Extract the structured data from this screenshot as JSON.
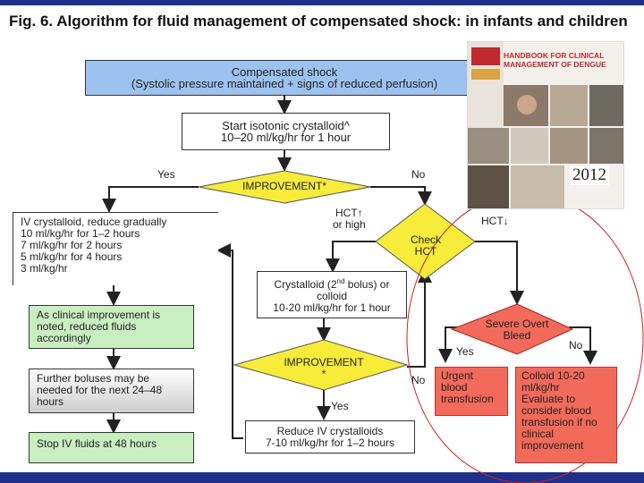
{
  "title": "Fig. 6. Algorithm for fluid management of compensated shock: in infants and children",
  "cover": {
    "title_line1": "HANDBOOK FOR CLINICAL",
    "title_line2": "MANAGEMENT OF DENGUE",
    "year": "2012"
  },
  "nodes": {
    "shock_line1": "Compensated shock",
    "shock_line2": "(Systolic pressure maintained + signs of reduced perfusion)",
    "start_line1": "Start isotonic crystalloid^",
    "start_line2": "10–20 ml/kg/hr for 1 hour",
    "improvement1": "IMPROVEMENT*",
    "iv_line1": "IV crystalloid, reduce gradually",
    "iv_line2": "10 ml/kg/hr for 1–2 hours",
    "iv_line3": "7 ml/kg/hr for 2 hours",
    "iv_line4": "5 ml/kg/hr for 4 hours",
    "iv_line5": "3 ml/kg/hr",
    "check_line1": "Check",
    "check_line2": "HCT",
    "clinical": "As clinical improvement is noted, reduced fluids accordingly",
    "further": "Further boluses may be needed for the next 24–48 hours",
    "stop": "Stop IV fluids at 48 hours",
    "crystalloid2_a": "Crystalloid (2",
    "crystalloid2_sup": "nd",
    "crystalloid2_b": " bolus) or",
    "crystalloid2_line2": "colloid",
    "crystalloid2_line3": "10-20 ml/kg/hr for 1 hour",
    "improvement2": "IMPROVEMENT",
    "improvement2_star": "*",
    "reduce_line1": "Reduce IV crystalloids",
    "reduce_line2": "7-10 ml/kg/hr for 1–2 hours",
    "bleed_line1": "Severe Overt",
    "bleed_line2": "Bleed",
    "urgent": "Urgent blood transfusion",
    "colloid_line1": "Colloid 10-20",
    "colloid_line2": "ml/kg/hr",
    "colloid_line3": "Evaluate to consider blood transfusion if no clinical improvement"
  },
  "labels": {
    "yes1": "Yes",
    "no1": "No",
    "hct_up_line1": "HCT↑",
    "hct_up_line2": "or high",
    "hct_down": "HCT↓",
    "yes2": "Yes",
    "no2": "No",
    "no3": "No",
    "yes3": "Yes"
  },
  "colors": {
    "blue_box": "#9cc2f0",
    "diamond_yellow": "#f7ec3a",
    "green_box": "#c9efc0",
    "red_box": "#f26a5a",
    "ellipse": "#cc2222",
    "frame_bar": "#1f2f8a"
  }
}
